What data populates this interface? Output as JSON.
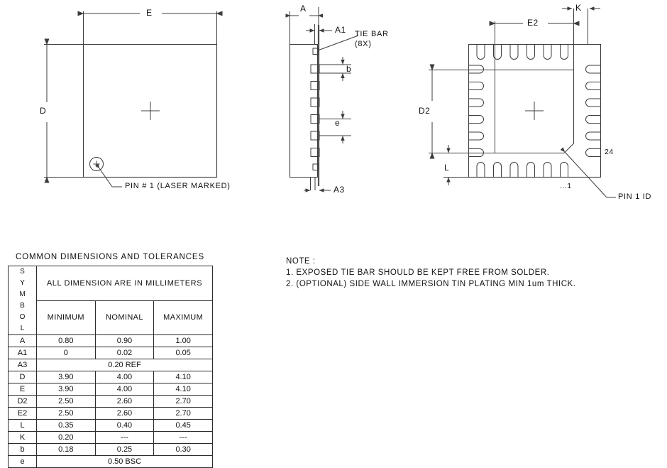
{
  "document": {
    "type": "package-mechanical-drawing",
    "package": "QFN 24-lead 4x4 mm"
  },
  "views": {
    "top_view": {
      "name": "top-view",
      "dim_width_label": "E",
      "dim_height_label": "D",
      "pin1_callout": "PIN # 1 (LASER MARKED)"
    },
    "side_view": {
      "name": "side-view",
      "dim_total_height_label": "A",
      "dim_standoff_label": "A1",
      "dim_lead_thickness_label": "A3",
      "dim_lead_width_label": "b",
      "dim_pitch_label": "e",
      "tie_bar_label_line1": "TIE BAR",
      "tie_bar_label_line2": "(8X)"
    },
    "bottom_view": {
      "name": "bottom-view",
      "dim_pad_width_label": "E2",
      "dim_pad_height_label": "D2",
      "dim_lead_length_label": "L",
      "dim_k_label": "K",
      "pin_last_label": "24",
      "pin_first_label": "...1",
      "pin1_id_callout": "PIN 1 ID",
      "pins_per_side": 6,
      "total_pins": 24
    }
  },
  "table": {
    "title": "COMMON  DIMENSIONS  AND  TOLERANCES",
    "symbol_header_chars": [
      "S",
      "Y",
      "M",
      "B",
      "O",
      "L"
    ],
    "units_header": "ALL  DIMENSION  ARE  IN  MILLIMETERS",
    "column_headers": [
      "MINIMUM",
      "NOMINAL",
      "MAXIMUM"
    ],
    "rows": [
      {
        "symbol": "A",
        "minimum": "0.80",
        "nominal": "0.90",
        "maximum": "1.00"
      },
      {
        "symbol": "A1",
        "minimum": "0",
        "nominal": "0.02",
        "maximum": "0.05"
      },
      {
        "symbol": "A3",
        "span": "0.20  REF"
      },
      {
        "symbol": "D",
        "minimum": "3.90",
        "nominal": "4.00",
        "maximum": "4.10"
      },
      {
        "symbol": "E",
        "minimum": "3.90",
        "nominal": "4.00",
        "maximum": "4.10"
      },
      {
        "symbol": "D2",
        "minimum": "2.50",
        "nominal": "2.60",
        "maximum": "2.70"
      },
      {
        "symbol": "E2",
        "minimum": "2.50",
        "nominal": "2.60",
        "maximum": "2.70"
      },
      {
        "symbol": "L",
        "minimum": "0.35",
        "nominal": "0.40",
        "maximum": "0.45"
      },
      {
        "symbol": "K",
        "minimum": "0.20",
        "nominal": "---",
        "maximum": "---"
      },
      {
        "symbol": "b",
        "minimum": "0.18",
        "nominal": "0.25",
        "maximum": "0.30"
      },
      {
        "symbol": "e",
        "span": "0.50  BSC"
      }
    ]
  },
  "notes": {
    "heading": "NOTE :",
    "items": [
      "1. EXPOSED TIE BAR SHOULD BE KEPT FREE FROM SOLDER.",
      "2. (OPTIONAL) SIDE WALL IMMERSION TIN PLATING MIN 1um THICK."
    ]
  },
  "colors": {
    "line": "#3c3c3c",
    "text": "#111111",
    "background": "#ffffff"
  }
}
